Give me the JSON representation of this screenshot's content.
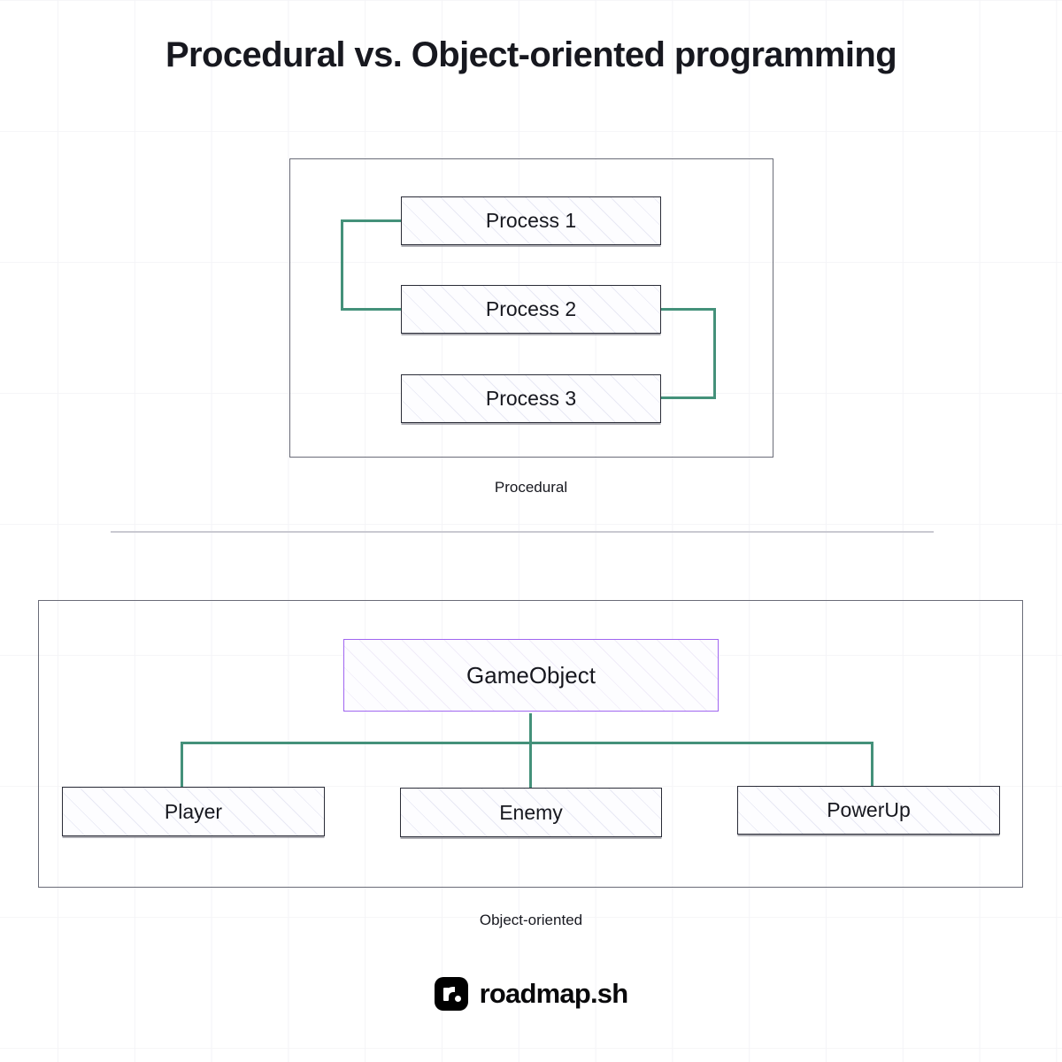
{
  "page": {
    "title": "Procedural vs. Object-oriented programming",
    "background_color": "#ffffff",
    "accent_connector_color": "#44917a",
    "accent_node_border_color": "#a066f0",
    "node_border_color": "#2a2c37",
    "divider_color": "#c9c9d1"
  },
  "procedural": {
    "caption": "Procedural",
    "nodes": [
      {
        "id": "process-1",
        "label": "Process 1"
      },
      {
        "id": "process-2",
        "label": "Process 2"
      },
      {
        "id": "process-3",
        "label": "Process 3"
      }
    ]
  },
  "object_oriented": {
    "caption": "Object-oriented",
    "root": {
      "id": "gameobject",
      "label": "GameObject"
    },
    "children": [
      {
        "id": "player",
        "label": "Player"
      },
      {
        "id": "enemy",
        "label": "Enemy"
      },
      {
        "id": "powerup",
        "label": "PowerUp"
      }
    ]
  },
  "footer": {
    "brand": "roadmap.sh",
    "logo_icon": "roadmap-logo-icon"
  }
}
